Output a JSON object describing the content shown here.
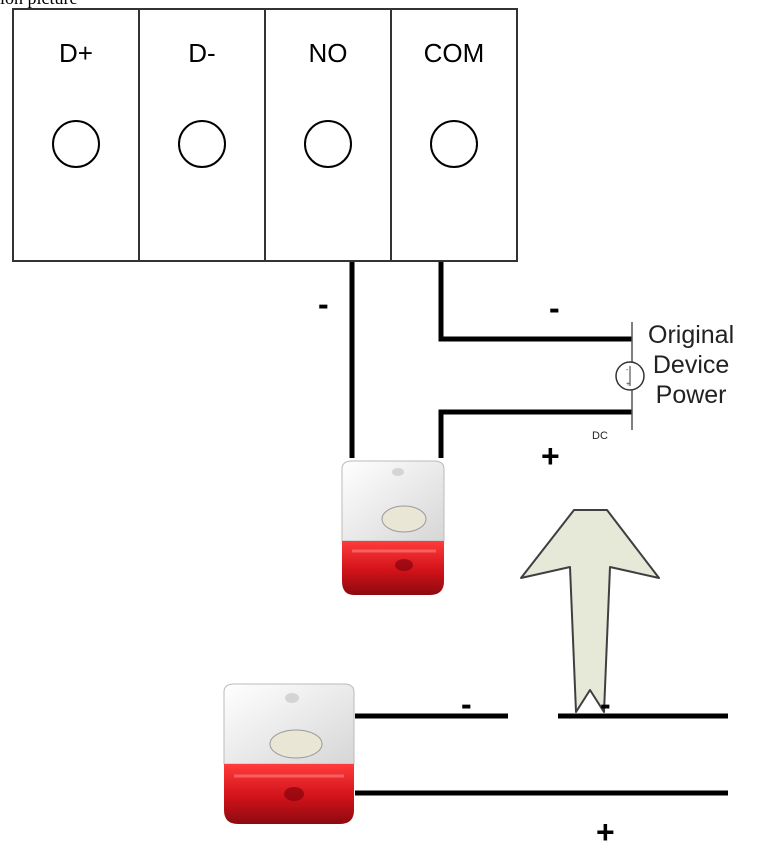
{
  "caption": "ion picture",
  "terminals": [
    {
      "label": "D+"
    },
    {
      "label": "D-"
    },
    {
      "label": "NO"
    },
    {
      "label": "COM"
    }
  ],
  "signs": {
    "no_wire_minus": "-",
    "com_wire_minus": "-",
    "power_plus": "+",
    "bottom_left_minus": "-",
    "bottom_right_minus": "-",
    "bottom_plus": "+"
  },
  "power_source": {
    "line1": "Original",
    "line2": "Device",
    "line3": "Power",
    "dc_label": "DC"
  },
  "colors": {
    "wire": "#000000",
    "siren_red": "#d1121a",
    "siren_white": "#f2f2f2",
    "arrow_fill": "#e6e8d8"
  }
}
